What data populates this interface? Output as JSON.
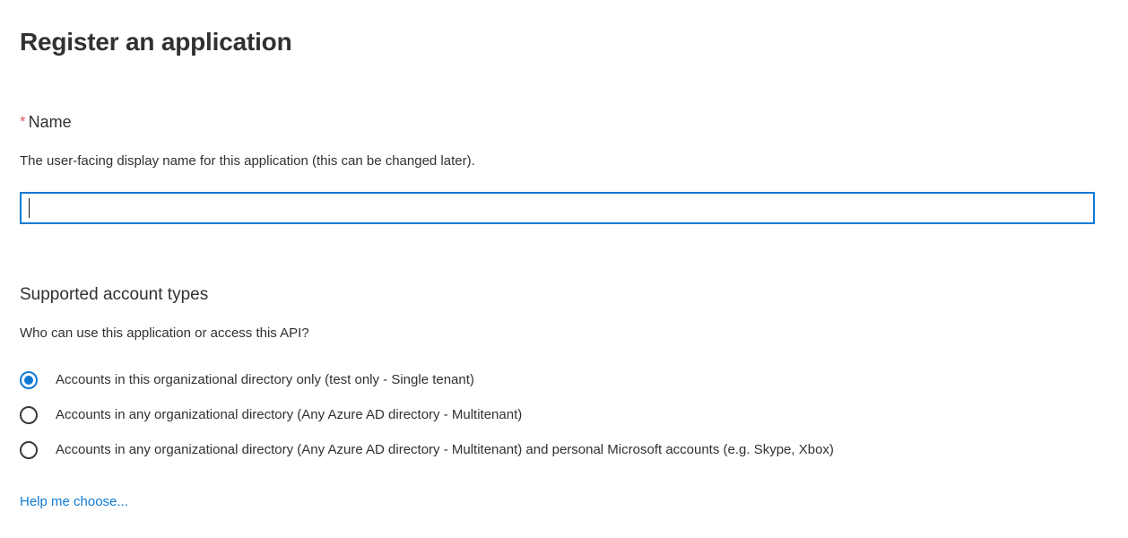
{
  "page": {
    "title": "Register an application"
  },
  "name_field": {
    "required_marker": "*",
    "label": "Name",
    "description": "The user-facing display name for this application (this can be changed later).",
    "value": "",
    "placeholder": "",
    "focused": true
  },
  "supported_account_types": {
    "heading": "Supported account types",
    "description": "Who can use this application or access this API?",
    "options": [
      {
        "label": "Accounts in this organizational directory only (test only - Single tenant)",
        "selected": true
      },
      {
        "label": "Accounts in any organizational directory (Any Azure AD directory - Multitenant)",
        "selected": false
      },
      {
        "label": "Accounts in any organizational directory (Any Azure AD directory - Multitenant) and personal Microsoft accounts (e.g. Skype, Xbox)",
        "selected": false
      }
    ],
    "help_link": "Help me choose..."
  },
  "colors": {
    "accent_blue": "#0f7ad4",
    "required_red": "#e25a5a",
    "text": "#323130",
    "background": "#ffffff"
  }
}
